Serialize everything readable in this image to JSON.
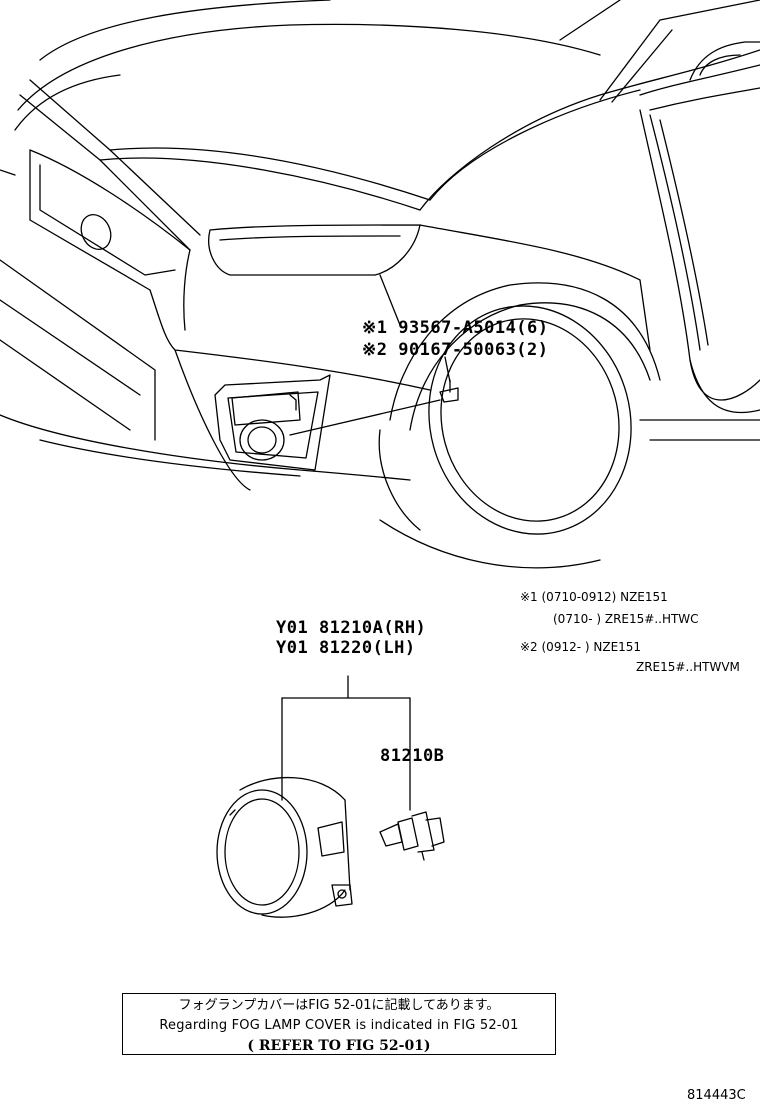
{
  "callouts": {
    "part1": "※1 93567-A5014(6)",
    "part2": "※2 90167-50063(2)",
    "assy_rh": "Y01 81210A(RH)",
    "assy_lh": "Y01 81220(LH)",
    "bulb": "81210B"
  },
  "notes": {
    "n1a": "※1 (0710-0912) NZE151",
    "n1b": "(0710-      ) ZRE15#..HTWC",
    "n2a": "※2 (0912-      ) NZE151",
    "n2b": "ZRE15#..HTWVM"
  },
  "remark": {
    "jp": "フォグランプカバーはFIG 52-01に記載してあります。",
    "en": "Regarding FOG LAMP COVER is indicated in FIG 52-01",
    "ref": "( REFER TO FIG 52-01)"
  },
  "figure_id": "814443C"
}
